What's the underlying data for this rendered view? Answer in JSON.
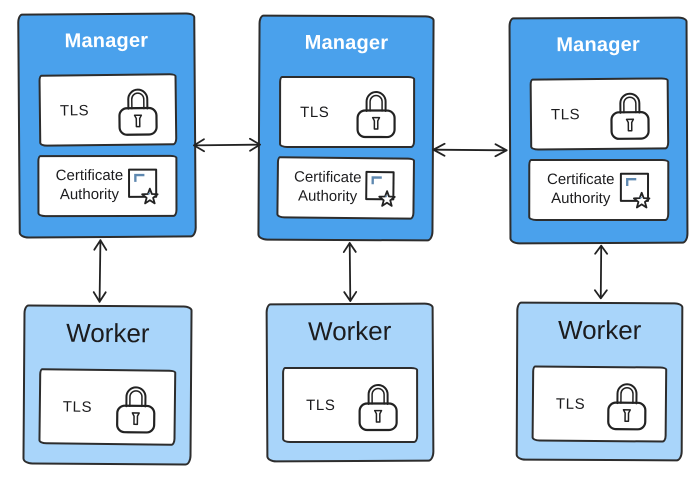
{
  "colors": {
    "manager_fill": "#4aa1ec",
    "worker_fill": "#a9d5fa",
    "border": "#2d2d2d",
    "manager_title": "#ffffff",
    "text": "#1c1c1e",
    "cert_accent": "#5e88b0",
    "background": "#ffffff"
  },
  "nodes": {
    "managers": [
      {
        "title": "Manager",
        "tls_label": "TLS",
        "ca_label": "Certificate Authority"
      },
      {
        "title": "Manager",
        "tls_label": "TLS",
        "ca_label": "Certificate Authority"
      },
      {
        "title": "Manager",
        "tls_label": "TLS",
        "ca_label": "Certificate Authority"
      }
    ],
    "workers": [
      {
        "title": "Worker",
        "tls_label": "TLS"
      },
      {
        "title": "Worker",
        "tls_label": "TLS"
      },
      {
        "title": "Worker",
        "tls_label": "TLS"
      }
    ]
  },
  "connections": {
    "manager_to_manager": [
      "bidirectional-arrow",
      "bidirectional-arrow"
    ],
    "manager_to_worker": [
      "bidirectional-arrow",
      "bidirectional-arrow",
      "bidirectional-arrow"
    ]
  },
  "icons": {
    "lock": "padlock-icon",
    "certificate": "certificate-star-icon",
    "horizontal_arrow": "double-arrow-horizontal-icon",
    "vertical_arrow": "double-arrow-vertical-icon"
  }
}
